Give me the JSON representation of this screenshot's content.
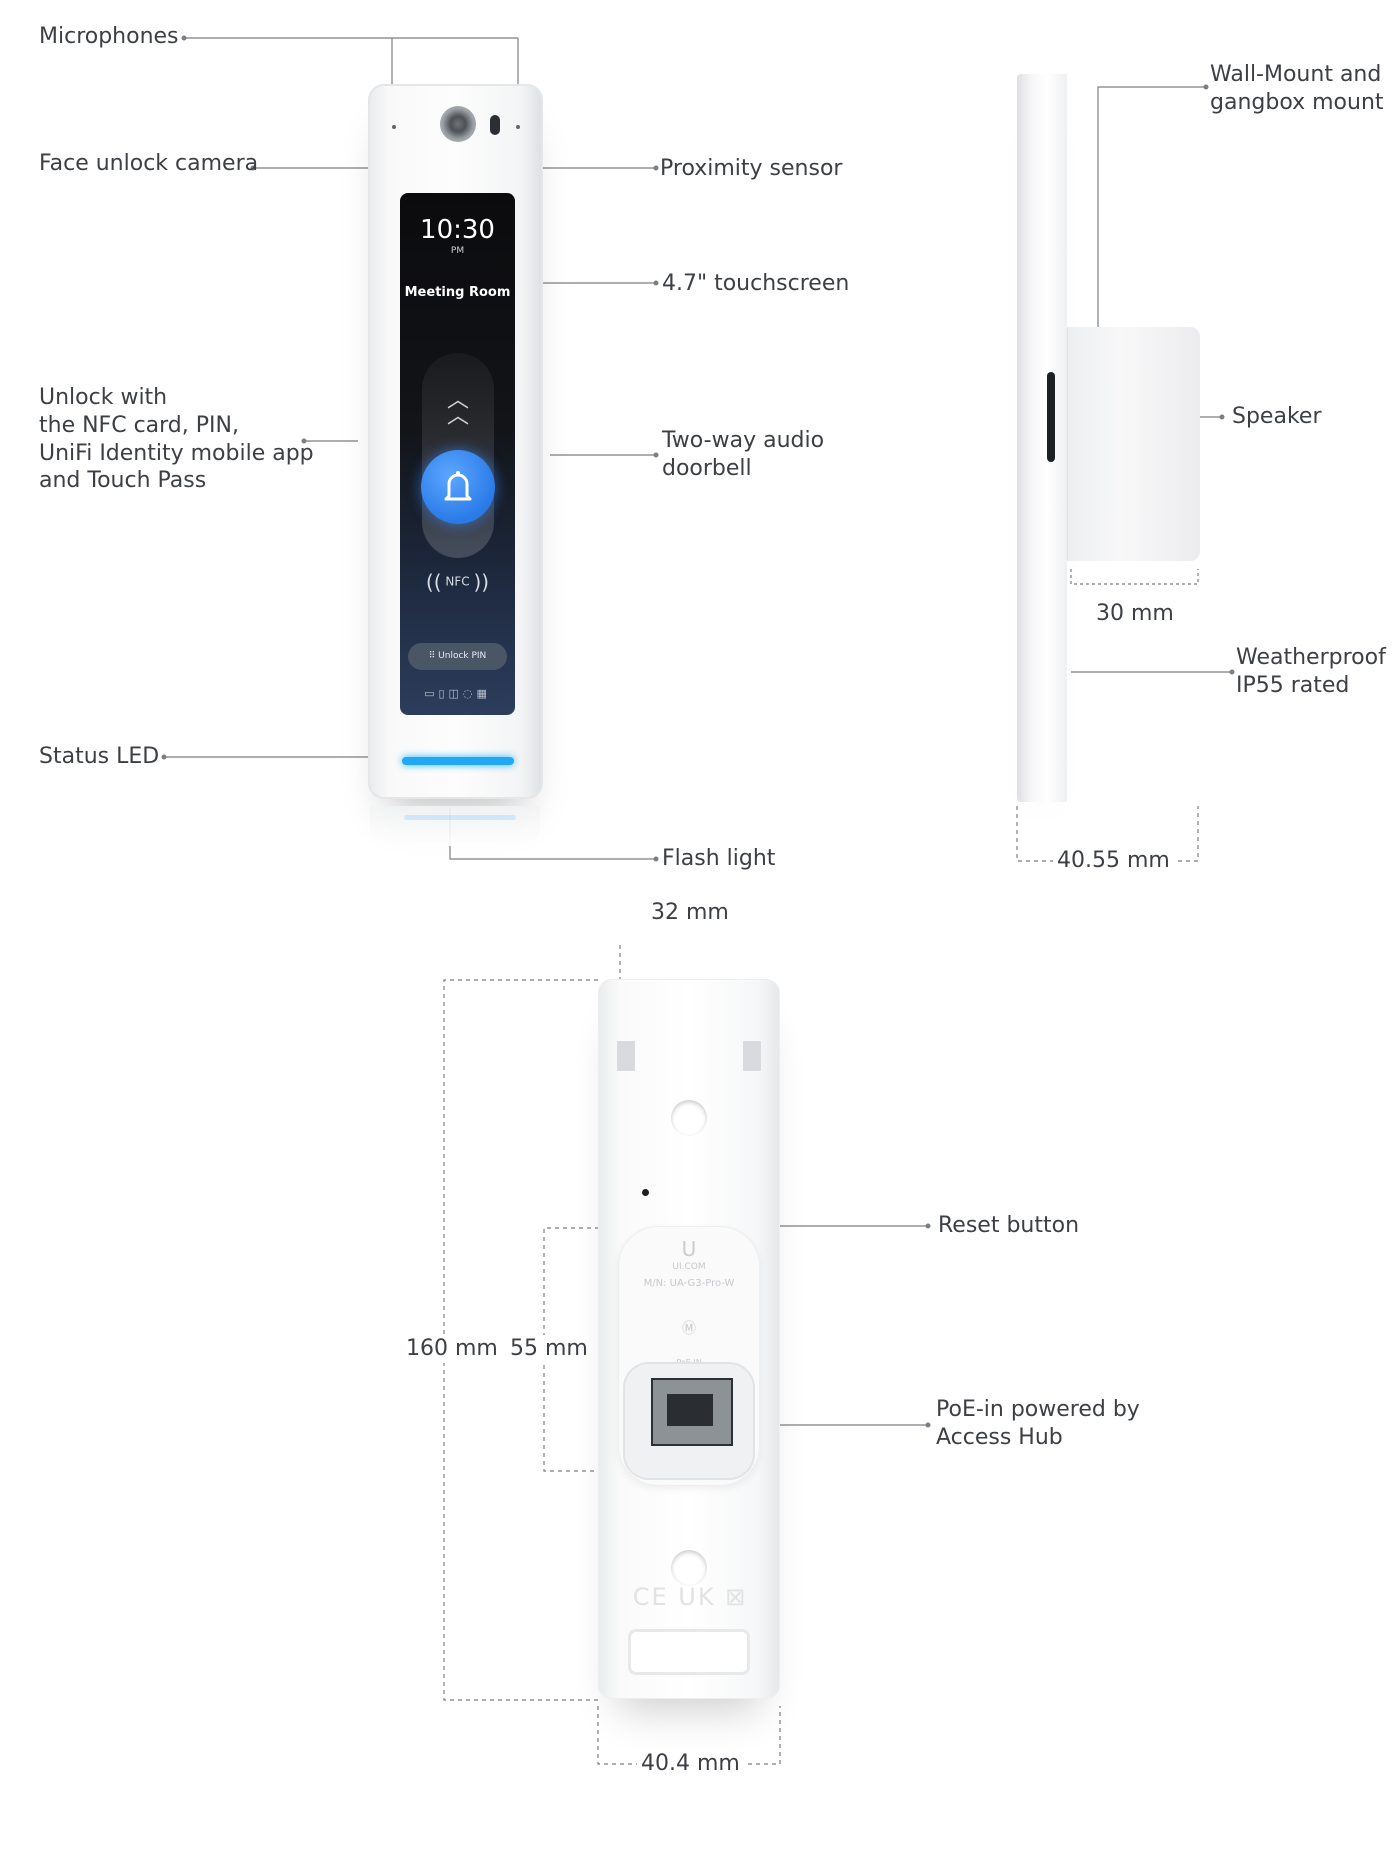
{
  "front_labels": {
    "microphones": "Microphones",
    "face_camera": "Face unlock camera",
    "proximity": "Proximity sensor",
    "touchscreen": "4.7\" touchscreen",
    "unlock_methods": [
      "Unlock with",
      "the NFC card, PIN,",
      "UniFi Identity mobile app",
      "and Touch Pass"
    ],
    "audio_doorbell": [
      "Two-way audio",
      "doorbell"
    ],
    "status_led": "Status LED",
    "flash_light": "Flash light"
  },
  "screen": {
    "time": "10:30",
    "ampm": "PM",
    "room": "Meeting Room",
    "nfc": "NFC",
    "unlock_pin": "Unlock PIN"
  },
  "side_labels": {
    "wall_mount": [
      "Wall-Mount and",
      "gangbox mount"
    ],
    "speaker": "Speaker",
    "weatherproof": [
      "Weatherproof",
      "IP55 rated"
    ],
    "depth_body": "30 mm",
    "depth_total": "40.55 mm"
  },
  "back_labels": {
    "width_top": "32 mm",
    "height_total": "160 mm",
    "height_card": "55 mm",
    "width_bottom": "40.4 mm",
    "reset": "Reset button",
    "poe": [
      "PoE-in powered by",
      "Access Hub"
    ]
  },
  "back_card": {
    "brand": "UI.COM",
    "model": "M/N: UA-G3-Pro-W",
    "port_tag": "PoE IN"
  },
  "colors": {
    "led": "#21a8f2",
    "bell": "#2a7be8",
    "text": "#3c3f44",
    "leader": "#7b7e83"
  }
}
